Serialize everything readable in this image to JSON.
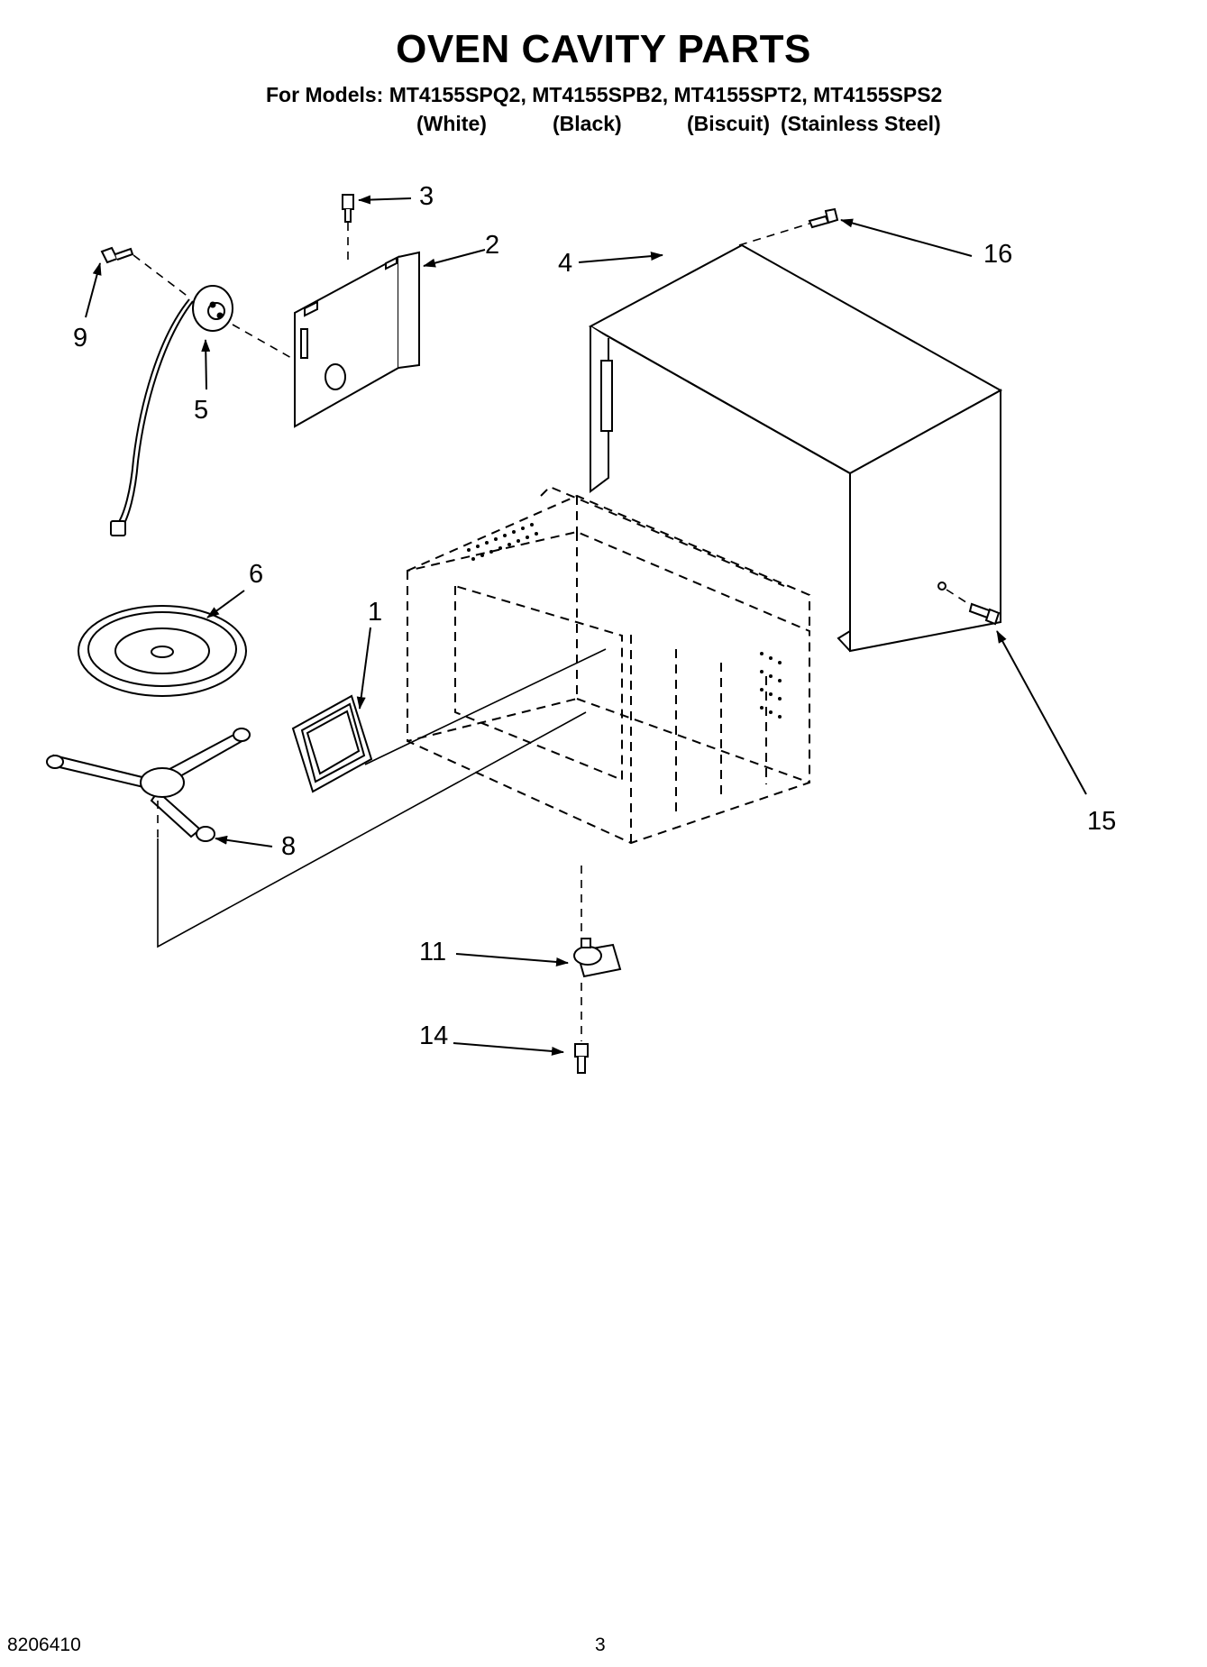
{
  "title": "OVEN CAVITY PARTS",
  "models_line": "For Models: MT4155SPQ2, MT4155SPB2, MT4155SPT2, MT4155SPS2",
  "variants": [
    "(White)",
    "(Black)",
    "(Biscuit)",
    "(Stainless Steel)"
  ],
  "callouts": {
    "c1": "1",
    "c2": "2",
    "c3": "3",
    "c4": "4",
    "c5": "5",
    "c6": "6",
    "c8": "8",
    "c9": "9",
    "c11": "11",
    "c14": "14",
    "c15": "15",
    "c16": "16"
  },
  "footer": {
    "doc_number": "8206410",
    "page_number": "3"
  },
  "colors": {
    "ink": "#000000",
    "paper": "#ffffff"
  }
}
